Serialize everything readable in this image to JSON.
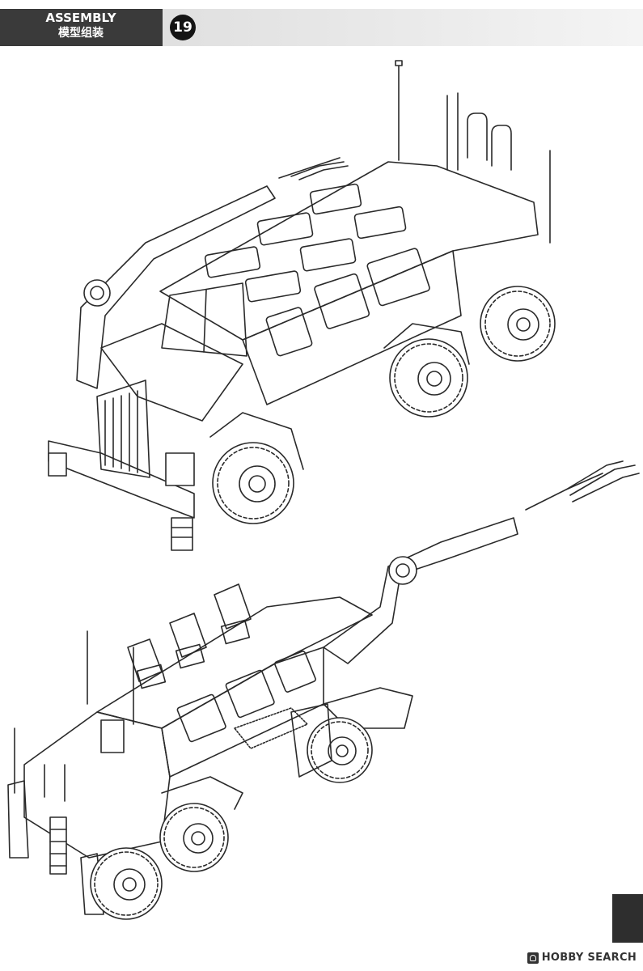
{
  "header": {
    "title": "ASSEMBLY",
    "subtitle": "模型组装",
    "step_number": "19"
  },
  "footer": {
    "watermark": "HOBBY SEARCH"
  },
  "colors": {
    "header_dark": "#3a3a3a",
    "header_light": "#e6e6e6",
    "line": "#2a2a2a"
  },
  "illustrations": {
    "top": {
      "icon": "armored-vehicle-front-view"
    },
    "bottom": {
      "icon": "armored-vehicle-rear-view"
    }
  }
}
